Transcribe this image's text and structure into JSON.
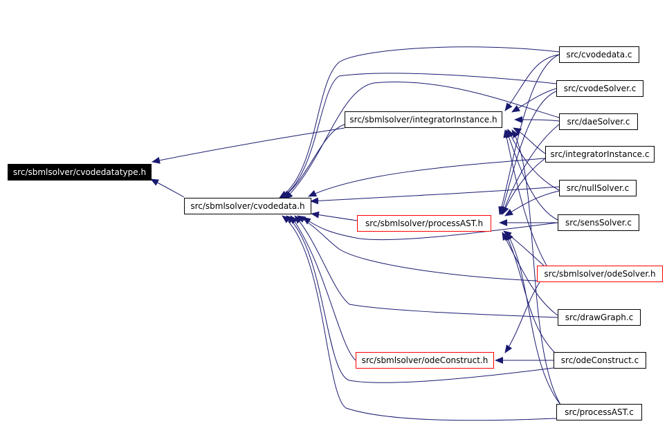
{
  "colors": {
    "edge": "#191970",
    "node_border": "#000000",
    "highlight_border": "#ff0000",
    "root_fill": "#000000",
    "root_text": "#ffffff"
  },
  "nodes": {
    "root": "src/sbmlsolver/cvodedatatype.h",
    "cvodedata_h": "src/sbmlsolver/cvodedata.h",
    "integratorinstance_h": "src/sbmlsolver/integratorInstance.h",
    "processast_h": "src/sbmlsolver/processAST.h",
    "odeconstruct_h": "src/sbmlsolver/odeConstruct.h",
    "cvodedata_c": "src/cvodedata.c",
    "cvodesolver_c": "src/cvodeSolver.c",
    "daesolver_c": "src/daeSolver.c",
    "integratorinstance_c": "src/integratorInstance.c",
    "nullsolver_c": "src/nullSolver.c",
    "senssolver_c": "src/sensSolver.c",
    "odesolver_h": "src/sbmlsolver/odeSolver.h",
    "drawgraph_c": "src/drawGraph.c",
    "odeconstruct_c": "src/odeConstruct.c",
    "processast_c": "src/processAST.c"
  }
}
